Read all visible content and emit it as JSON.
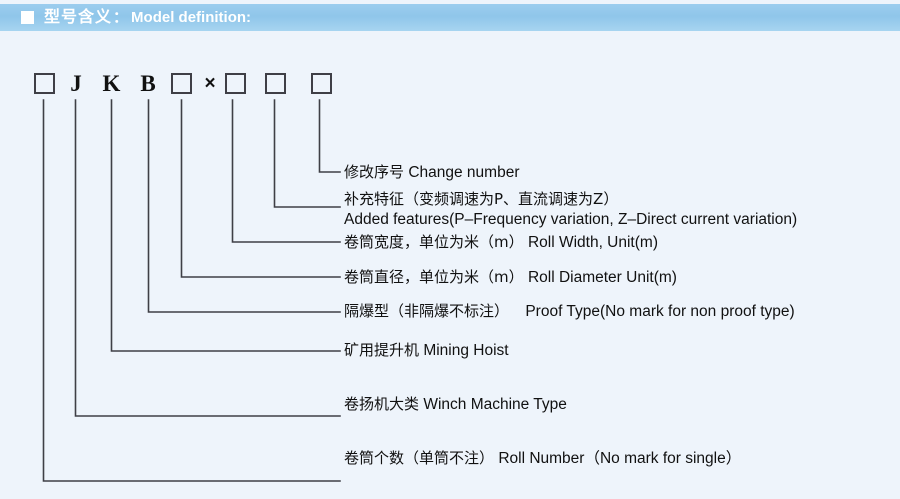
{
  "header": {
    "bullet_icon": "square-bullet-icon",
    "title_cn": "型号含义",
    "separator": "：",
    "title_en": "Model definition:"
  },
  "model_code": {
    "slots": [
      {
        "type": "box",
        "text": "",
        "name": "code-slot-roll-number"
      },
      {
        "type": "letter",
        "text": "J",
        "name": "code-slot-winch-type"
      },
      {
        "type": "letter",
        "text": "K",
        "name": "code-slot-mining-hoist"
      },
      {
        "type": "letter",
        "text": "B",
        "name": "code-slot-proof-type"
      },
      {
        "type": "box",
        "text": "",
        "name": "code-slot-roll-diameter"
      },
      {
        "type": "times",
        "text": "×",
        "name": "code-multiply-symbol"
      },
      {
        "type": "box",
        "text": "",
        "name": "code-slot-roll-width"
      },
      {
        "type": "box",
        "text": "",
        "name": "code-slot-added-features"
      },
      {
        "type": "box",
        "text": "",
        "name": "code-slot-change-number"
      }
    ]
  },
  "callouts": [
    {
      "name": "callout-change-number",
      "lines": [
        {
          "cn": "修改序号",
          "en": "Change number"
        }
      ]
    },
    {
      "name": "callout-added-features",
      "lines": [
        {
          "cn": "补充特征（变频调速为P、直流调速为Z）",
          "en": ""
        },
        {
          "cn": "",
          "en": "Added features(P–Frequency variation, Z–Direct current variation)"
        }
      ]
    },
    {
      "name": "callout-roll-width",
      "lines": [
        {
          "cn": "卷筒宽度，单位为米（m）",
          "en": "Roll Width, Unit(m)"
        }
      ]
    },
    {
      "name": "callout-roll-diameter",
      "lines": [
        {
          "cn": "卷筒直径，单位为米（m）",
          "en": "Roll Diameter Unit(m)"
        }
      ]
    },
    {
      "name": "callout-proof-type",
      "lines": [
        {
          "cn": "隔爆型（非隔爆不标注）",
          "en": "Proof Type(No mark for non proof type)"
        }
      ]
    },
    {
      "name": "callout-mining-hoist",
      "lines": [
        {
          "cn": "矿用提升机",
          "en": "Mining Hoist"
        }
      ]
    },
    {
      "name": "callout-winch-machine-type",
      "lines": [
        {
          "cn": "卷扬机大类",
          "en": "Winch Machine Type"
        }
      ]
    },
    {
      "name": "callout-roll-number",
      "lines": [
        {
          "cn": "卷筒个数（单筒不注）",
          "en": "Roll Number（No mark for single）"
        }
      ]
    }
  ],
  "colors": {
    "header_band": "#8fc6ea",
    "page_background": "#eef4fb",
    "line_color": "#3f3f46",
    "text_color": "#111111",
    "header_text": "#ffffff"
  }
}
